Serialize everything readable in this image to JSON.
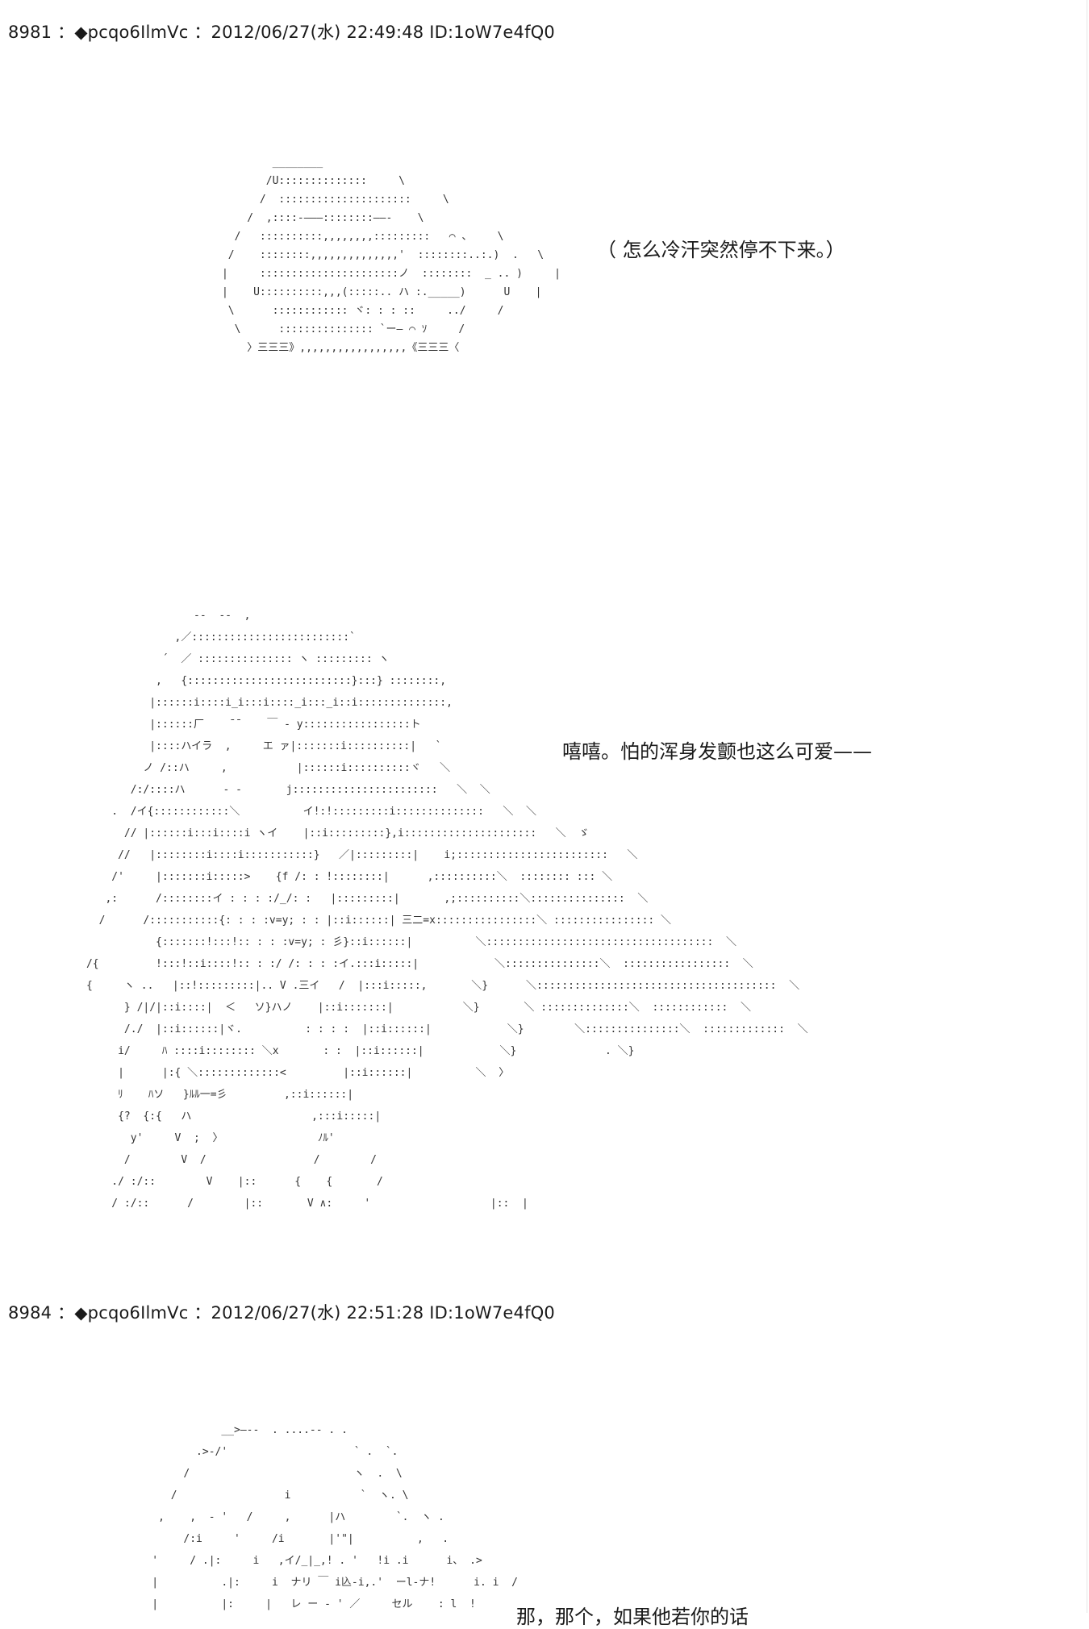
{
  "posts": [
    {
      "header": "8981 ：◆pcqo6IlmVc ：2012/06/27(水) 22:49:48 ID:1oW7e4fQ0"
    },
    {
      "header": "8984 ：◆pcqo6IlmVc ：2012/06/27(水) 22:51:28 ID:1oW7e4fQ0"
    }
  ],
  "dialogue": {
    "line1": "（  怎么冷汗突然停不下来。）",
    "line2": "嘻嘻。怕的浑身发颤也这么可爱——",
    "line3": "那，那个，如果他若你的话"
  },
  "ascii_art": {
    "art1": "              ________\n             /U::::::::::::::     \\\n            /  :::::::::::::::::::::     \\\n          /  ,::::-―――::::::::――-    \\\n        /   ::::::::::,,,,,,,,:::::::::   ⌒ 、    \\\n       /    ::::::::,,,,,,,,,,,,,,'  ::::::::..:.)  .   \\\n      |     ::::::::::::::::::::::ノ  ::::::::  _ .. )     |\n      |    U::::::::::,,,(:::::.. ハ :._____)      U    |\n       \\      :::::::::::: ヾ: : : ::     ../     /\n        \\      ::::::::::::::: `ー― ⌒ ｿ     /\n          〉三三三》,,,,,,,,,,,,,,,,,《三三三〈",
    "art2": "                       --  --  ,\n                    ,／:::::::::::::::::::::::::`\n                  ´  ／ ::::::::::::::: ヽ ::::::::: ヽ\n                 ,   {::::::::::::::::::::::::::}:::} ::::::::,\n                |::::::i::::i_i:::i::::_i:::_i::i::::::::::::::,\n                |::::::厂    ̄ ̄     ￣ - y:::::::::::::::::ト\n                |::::ハイラ  ,     エ ァ|:::::::i::::::::::|   `\n               ノ /::ハ     ,           |::::::i::::::::::ヾ   ＼\n             /:/::::ハ      - -       j:::::::::::::::::::::::   ＼  ＼\n          .  /イ{::::::::::::＼          イ!:!:::::::::i::::::::::::::   ＼  ＼\n            // |::::::i:::i::::i ヽイ    |::i:::::::::},i:::::::::::::::::::::   ＼  ゞ\n           //   |::::::::i::::i:::::::::::}   ／|:::::::::|    i;::::::::::::::::::::::::   ＼\n          /'     |:::::::i:::::>    {f /: : !::::::::|      ,::::::::::＼  :::::::: ::: ＼\n         ,:      /::::::::イ : : : :/_/: :   |:::::::::|       ,;::::::::::＼:::::::::::::::  ＼\n        /      /:::::::::::{: : : :v=y; : : |::i::::::| 三二=x::::::::::::::::＼ :::::::::::::::: ＼\n                 {:::::::!:::!:: : : :v=y; : 彡}::i::::::|          ＼::::::::::::::::::::::::::::::::::::  ＼\n      /{         !:::!::i::::!:: : :/ /: : : :イ.:::i:::::|            ＼:::::::::::::::＼  :::::::::::::::::  ＼\n      {     ヽ ..   |::!:::::::::|.. V .三イ   /  |:::i:::::,       ＼}      ＼::::::::::::::::::::::::::::::::::::::  ＼\n            } /|/|::i::::|  ＜   ソ}ハノ    |::i:::::::|           ＼}       ＼ ::::::::::::::＼  ::::::::::::  ＼\n            /./  |::i::::::|ヾ.          : : : :  |::i::::::|            ＼}        ＼:::::::::::::::＼  :::::::::::::  ＼\n           i/     ﾊ ::::i:::::::: ＼x       : :  |::i::::::|            ＼}              . ＼}\n           |      |:{ ＼:::::::::::::<         |::i::::::|          ＼  〉\n           ﾘ    ﾊソ   }ﾙﾙ一=彡         ,::i::::::|\n           {?  {:{   ハ                   ,:::i:::::|\n             y'     V  ;  〉               ﾉﾙ'\n            /        V  /                 /        /\n          ./ :/::        V    |::      {    {       /\n          / :/::      /        |::       V ∧:     '                   |::  |",
    "art3": "                     __>―-‐  . ....-- . .\n                 .>-/'                    ` .  `.\n               /                          ヽ  .  \\\n             /                 i           `  ヽ. \\\n           ,    ,  - '   /     ,      |ハ        `.  ヽ .\n               /:i     '     /i       |'\"|          ,   .\n          '     / .|:     i   ,イ/_|_,! . '   !i .i      i、 .>\n          |          .|:     i  ナリ ￣ i兦-i,.'  ーl-ナ!      i. i  /\n          |          |:     |   レ ー ‐ ' ／     セル    : l  !"
  }
}
